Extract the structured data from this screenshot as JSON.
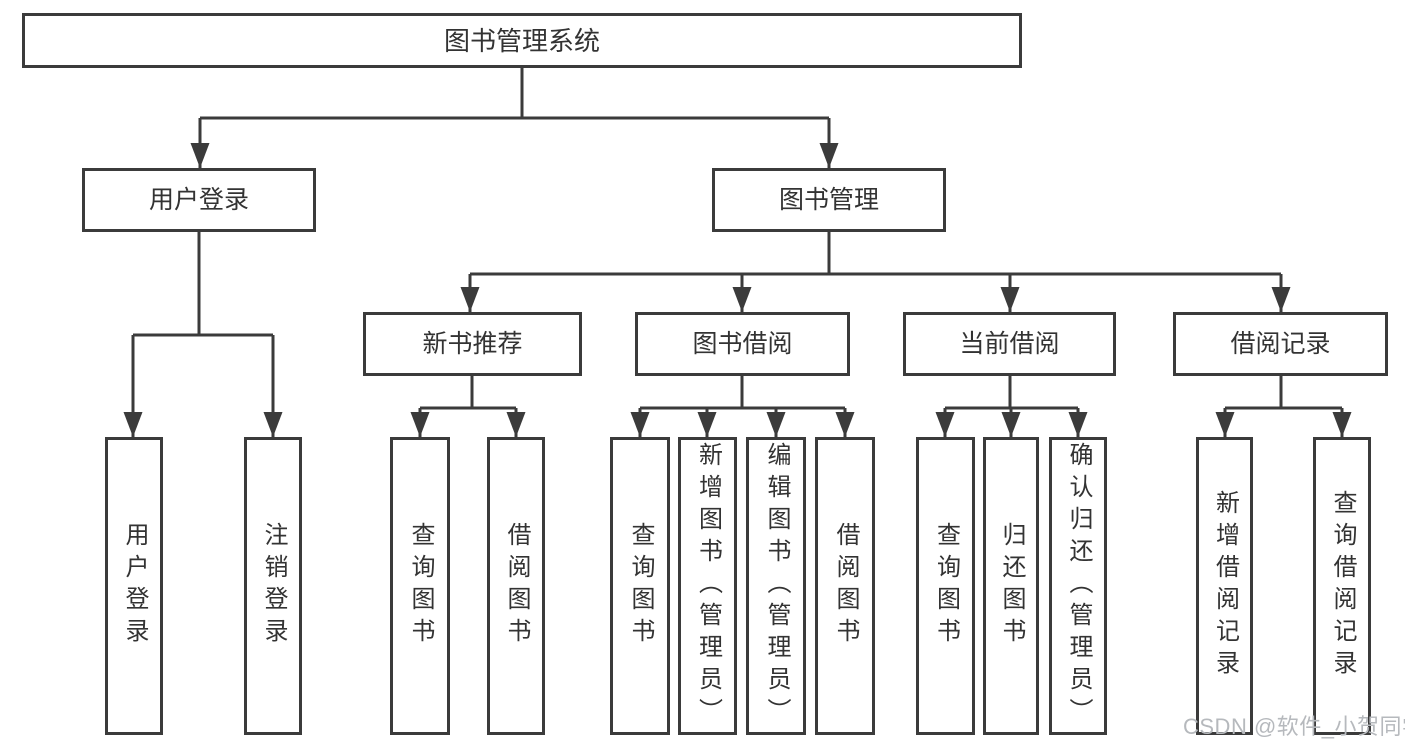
{
  "diagram": {
    "root": {
      "label": "图书管理系统"
    },
    "branches": [
      {
        "label": "用户登录",
        "children": [
          {
            "label": "用户登录"
          },
          {
            "label": "注销登录"
          }
        ]
      },
      {
        "label": "图书管理",
        "groups": [
          {
            "label": "新书推荐",
            "children": [
              {
                "label": "查询图书"
              },
              {
                "label": "借阅图书"
              }
            ]
          },
          {
            "label": "图书借阅",
            "children": [
              {
                "label": "查询图书"
              },
              {
                "label": "新增图书（管理员）"
              },
              {
                "label": "编辑图书（管理员）"
              },
              {
                "label": "借阅图书"
              }
            ]
          },
          {
            "label": "当前借阅",
            "children": [
              {
                "label": "查询图书"
              },
              {
                "label": "归还图书"
              },
              {
                "label": "确认归还（管理员）"
              }
            ]
          },
          {
            "label": "借阅记录",
            "children": [
              {
                "label": "新增借阅记录"
              },
              {
                "label": "查询借阅记录"
              }
            ]
          }
        ]
      }
    ],
    "watermark": "CSDN @软件_小贺同学"
  },
  "colors": {
    "line": "#3b3b3b",
    "text": "#333333",
    "watermark": "#b6b9bd",
    "background": "#ffffff"
  }
}
